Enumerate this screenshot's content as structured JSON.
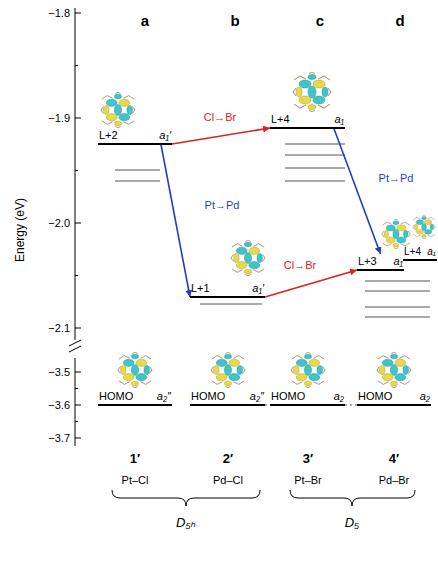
{
  "diagram": {
    "nodes": [
      {
        "text": [
          "L+2",
          "a₁′"
        ]
      },
      {
        "text": [
          "L+1",
          "a₁′"
        ]
      },
      {
        "text": [
          "L+4",
          "a₁"
        ]
      },
      {
        "text": [
          "L+3",
          "a₁"
        ]
      },
      {
        "text": [
          "L+4",
          "a₁"
        ]
      },
      {
        "text": [
          "HOMO",
          "a₂″"
        ]
      },
      {
        "text": [
          "HOMO",
          "a₂″"
        ]
      },
      {
        "text": [
          "HOMO",
          "a₂"
        ]
      },
      {
        "text": [
          "HOMO",
          "a₂"
        ]
      }
    ],
    "edges": [
      {
        "from": 0,
        "to": 1,
        "label": "Pt→Pd",
        "arrow": "to"
      },
      {
        "from": 0,
        "to": 2,
        "label": "Cl→Br",
        "arrow": "to"
      },
      {
        "from": 1,
        "to": 3,
        "label": "Cl→Br",
        "arrow": "to"
      },
      {
        "from": 2,
        "to": 3,
        "label": "Pt→Pd",
        "arrow": "to"
      },
      {
        "from": 6,
        "to": 7,
        "arrow": "none"
      },
      {
        "from": 7,
        "to": 8,
        "arrow": "none"
      }
    ],
    "labels": [
      "a",
      "b",
      "c",
      "d",
      "−1.8",
      "−1.9",
      "−2.0",
      "−2.1",
      "−3.5",
      "−3.6",
      "−3.7",
      "Energy (eV)",
      "1′",
      "2′",
      "3′",
      "4′",
      "Pt–Cl",
      "Pd–Cl",
      "Pt–Br",
      "Pd–Br",
      "D₅ₕ",
      "D₅"
    ]
  }
}
